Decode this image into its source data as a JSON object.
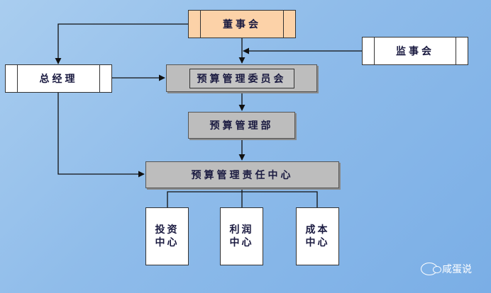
{
  "nodes": {
    "board": "董事会",
    "supervisors": "监事会",
    "general_manager": "总经理",
    "budget_committee": "预算管理委员会",
    "budget_dept": "预算管理部",
    "responsibility_center": "预算管理责任中心",
    "investment_center": [
      "投资",
      "中心"
    ],
    "profit_center": [
      "利润",
      "中心"
    ],
    "cost_center": [
      "成本",
      "中心"
    ]
  },
  "watermark": {
    "text": "咸蛋说"
  },
  "colors": {
    "background": "#8fbcea",
    "board_fill": "#fcd2a8",
    "grey_fill": "#bdbdbd",
    "text": "#1a1a40"
  }
}
